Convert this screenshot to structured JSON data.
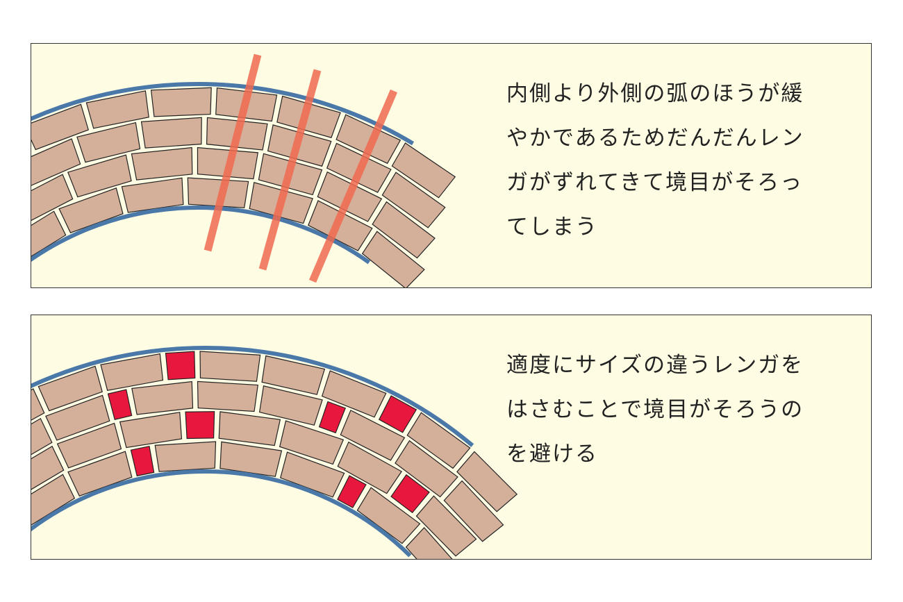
{
  "panel_top": {
    "caption_lines": [
      "内側より外側の弧のほうが緩",
      "やかであるためだんだんレン",
      "ガがずれてきて境目がそろっ",
      "てしまう"
    ]
  },
  "panel_bottom": {
    "caption_lines": [
      "適度にサイズの違うレンガを",
      "はさむことで境目がそろうの",
      "を避ける"
    ]
  },
  "colors": {
    "background": "#FEFCE3",
    "brick": "#D4B09A",
    "highlight_brick": "#E8173E",
    "arc": "#4A78A8",
    "seam_line": "#EE6A50"
  }
}
